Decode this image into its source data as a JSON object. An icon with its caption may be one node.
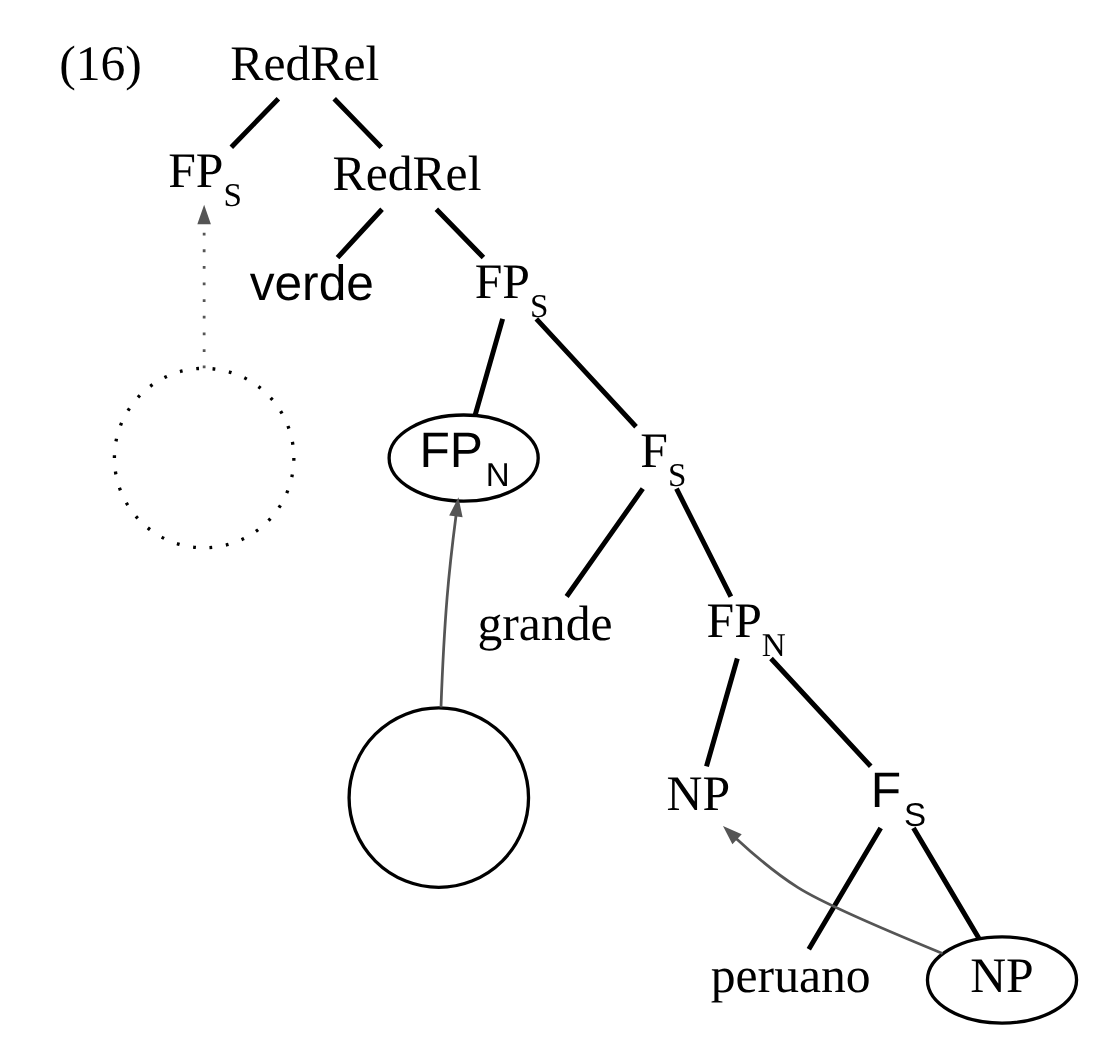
{
  "diagram": {
    "nodes": [
      {
        "text": [
          "RedRel"
        ]
      },
      {
        "text": [
          "FP$_{S}$"
        ]
      },
      {
        "text": [
          "RedRel"
        ]
      },
      {
        "text": [
          "verde"
        ]
      },
      {
        "text": [
          "FP$_{S}$"
        ]
      },
      {
        "text": [
          "FP$_{N}$"
        ]
      },
      {
        "text": [
          "F$_{S}$"
        ]
      },
      {
        "text": [
          "grande"
        ]
      },
      {
        "text": [
          "FP$_{N}$"
        ]
      },
      {
        "text": [
          "NP"
        ]
      },
      {
        "text": [
          "F$_{S}$"
        ]
      },
      {
        "text": [
          "peruano"
        ]
      },
      {
        "text": [
          "NP"
        ]
      },
      {
        "text": [],
        "shape": "circle"
      },
      {
        "text": [],
        "shape": "circle"
      }
    ],
    "edges": [
      {
        "from": 0,
        "to": 1,
        "arrow": "none"
      },
      {
        "from": 0,
        "to": 2,
        "arrow": "none"
      },
      {
        "from": 2,
        "to": 3,
        "arrow": "none"
      },
      {
        "from": 2,
        "to": 4,
        "arrow": "none"
      },
      {
        "from": 4,
        "to": 5,
        "arrow": "none"
      },
      {
        "from": 4,
        "to": 6,
        "arrow": "none"
      },
      {
        "from": 6,
        "to": 7,
        "arrow": "none"
      },
      {
        "from": 6,
        "to": 8,
        "arrow": "none"
      },
      {
        "from": 8,
        "to": 9,
        "arrow": "none"
      },
      {
        "from": 8,
        "to": 10,
        "arrow": "none"
      },
      {
        "from": 10,
        "to": 11,
        "arrow": "none"
      },
      {
        "from": 10,
        "to": 12,
        "arrow": "none"
      },
      {
        "from": 13,
        "to": 1,
        "arrow": "to",
        "style": "dashed",
        "color": "#555555"
      },
      {
        "from": 14,
        "to": 5,
        "arrow": "to",
        "color": "#555555"
      },
      {
        "from": 12,
        "to": 9,
        "arrow": "to",
        "color": "#555555"
      }
    ],
    "labels": [
      "(16)"
    ]
  }
}
